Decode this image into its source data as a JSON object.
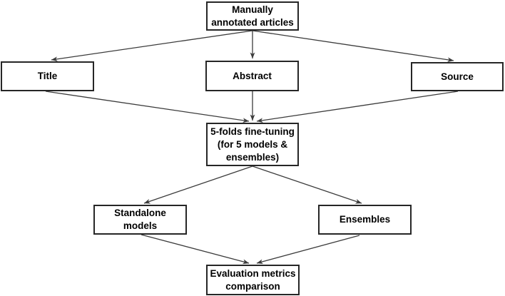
{
  "diagram": {
    "type": "flowchart",
    "nodes": {
      "manually_annotated": {
        "label": "Manually annotated articles"
      },
      "title": {
        "label": "Title"
      },
      "abstract": {
        "label": "Abstract"
      },
      "source": {
        "label": "Source"
      },
      "five_folds": {
        "label": "5-folds fine-tuning (for 5 models & ensembles)"
      },
      "standalone": {
        "label": "Standalone models"
      },
      "ensembles": {
        "label": "Ensembles"
      },
      "evaluation": {
        "label": "Evaluation metrics comparison"
      }
    },
    "edges": [
      {
        "from": "Manually annotated articles",
        "to": "Title"
      },
      {
        "from": "Manually annotated articles",
        "to": "Abstract"
      },
      {
        "from": "Manually annotated articles",
        "to": "Source"
      },
      {
        "from": "Title",
        "to": "5-folds fine-tuning (for 5 models & ensembles)"
      },
      {
        "from": "Abstract",
        "to": "5-folds fine-tuning (for 5 models & ensembles)"
      },
      {
        "from": "Source",
        "to": "5-folds fine-tuning (for 5 models & ensembles)"
      },
      {
        "from": "5-folds fine-tuning (for 5 models & ensembles)",
        "to": "Standalone models"
      },
      {
        "from": "5-folds fine-tuning (for 5 models & ensembles)",
        "to": "Ensembles"
      },
      {
        "from": "Standalone models",
        "to": "Evaluation metrics comparison"
      },
      {
        "from": "Ensembles",
        "to": "Evaluation metrics comparison"
      }
    ],
    "colors": {
      "background": "#ffffff",
      "box_fill": "#ffffff",
      "box_border": "#262626",
      "text": "#000000",
      "arrow": "#3b3b3b"
    }
  }
}
